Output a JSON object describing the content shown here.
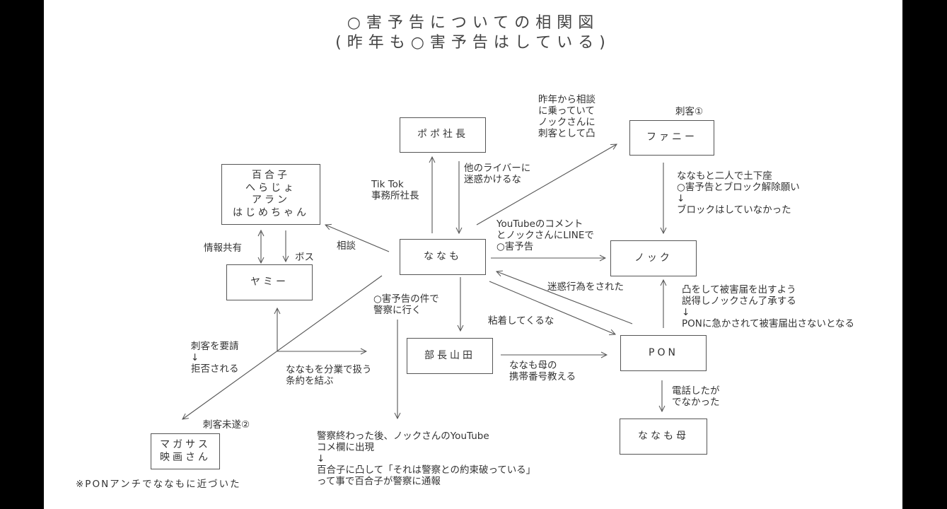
{
  "title": {
    "line1": "○害予告についての相関図",
    "line2": "(昨年も○害予告はしている)"
  },
  "nodes": {
    "popo": {
      "lines": [
        "ポポ社長"
      ]
    },
    "fanny": {
      "lines": [
        "ファニー"
      ]
    },
    "group": {
      "lines": [
        "百合子",
        "へらじょ",
        "アラン",
        "はじめちゃん"
      ]
    },
    "nanamo": {
      "lines": [
        "ななも"
      ]
    },
    "knock": {
      "lines": [
        "ノック"
      ]
    },
    "yami": {
      "lines": [
        "ヤミー"
      ]
    },
    "yamada": {
      "lines": [
        "部長山田"
      ]
    },
    "pon": {
      "lines": [
        "PON"
      ]
    },
    "mother": {
      "lines": [
        "ななも母"
      ]
    },
    "magasasu": {
      "lines": [
        "マガサス",
        "映画さん"
      ]
    }
  },
  "labels": {
    "fanny_tag": [
      "刺客①"
    ],
    "assassin_note": [
      "昨年から相談",
      "に乗っていて",
      "ノックさんに",
      "刺客として凸"
    ],
    "tiktok": [
      "Tik Tok",
      "事務所社長"
    ],
    "other_liver": [
      "他のライバーに",
      "迷惑かけるな"
    ],
    "fanny_knock": [
      "ななもと二人で土下座",
      "○害予告とブロック解除願い",
      "↓",
      "ブロックはしていなかった"
    ],
    "youtube_line": [
      "YouTubeのコメント",
      "とノックさんにLINEで",
      "○害予告"
    ],
    "soudan": [
      "相談"
    ],
    "info_share": [
      "情報共有"
    ],
    "boss": [
      "ボス"
    ],
    "meiwaku": [
      "迷惑行為をされた"
    ],
    "totsu": [
      "凸をして被害届を出すよう",
      "説得しノックさん了承する",
      "↓",
      "PONに急かされて被害届出さないとなる"
    ],
    "police": [
      "○害予告の件で",
      "警察に行く"
    ],
    "nenchaku": [
      "粘着してくるな"
    ],
    "shikaku_req": [
      "刺客を要請",
      "↓",
      "拒否される"
    ],
    "bungyou": [
      "ななもを分業で扱う",
      "条約を結ぶ"
    ],
    "mother_number": [
      "ななも母の",
      "携帯番号教える"
    ],
    "phone": [
      "電話したが",
      "でなかった"
    ],
    "shikaku_fail": [
      "刺客未遂②"
    ],
    "after_police": [
      "警察終わった後、ノックさんのYouTube",
      "コメ欄に出現",
      "↓",
      "百合子に凸して「それは警察との約束破っている」",
      "って事で百合子が警察に通報"
    ],
    "pon_anti": [
      "※PONアンチでななもに近づいた"
    ]
  },
  "colors": {
    "line": "#555555",
    "text": "#333333",
    "background": "#ffffff",
    "frame": "#000000"
  }
}
